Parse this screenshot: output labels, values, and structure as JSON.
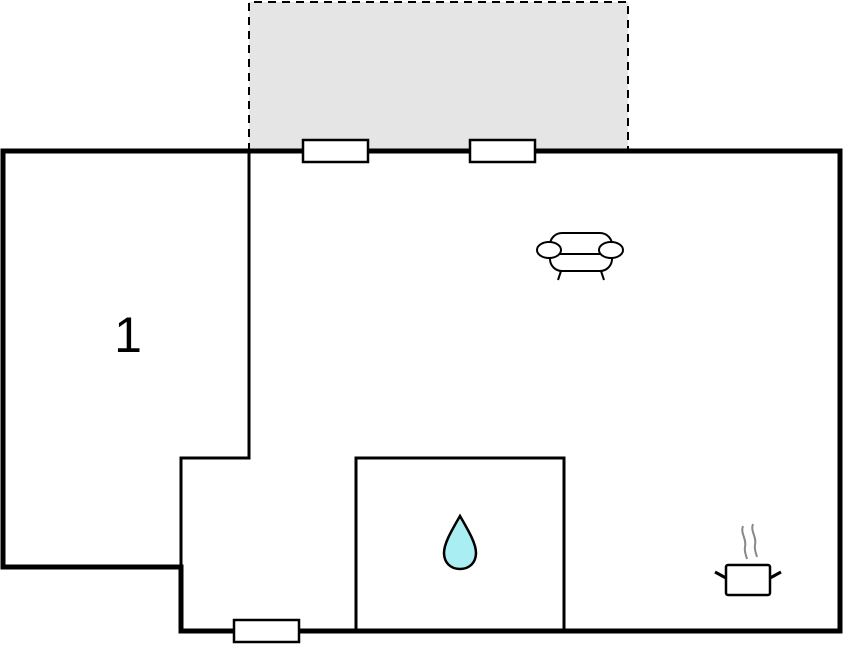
{
  "diagram": {
    "type": "floor-plan",
    "rooms": [
      {
        "id": "room-1",
        "label": "1"
      }
    ],
    "areas": [
      {
        "id": "terrace",
        "style": "dashed-gray",
        "fill": "#e5e5e5"
      },
      {
        "id": "living-room",
        "icon": "sofa-icon"
      },
      {
        "id": "bathroom",
        "icon": "water-drop-icon",
        "icon_color": "#a8eef2"
      },
      {
        "id": "kitchen",
        "icon": "cooking-pot-icon"
      },
      {
        "id": "entrance"
      }
    ],
    "windows": [
      {
        "id": "window-top-1"
      },
      {
        "id": "window-top-2"
      },
      {
        "id": "window-bottom"
      }
    ],
    "colors": {
      "wall": "#000000",
      "terrace_fill": "#e5e5e5",
      "water": "#a8eef2",
      "steam": "#888888"
    }
  }
}
